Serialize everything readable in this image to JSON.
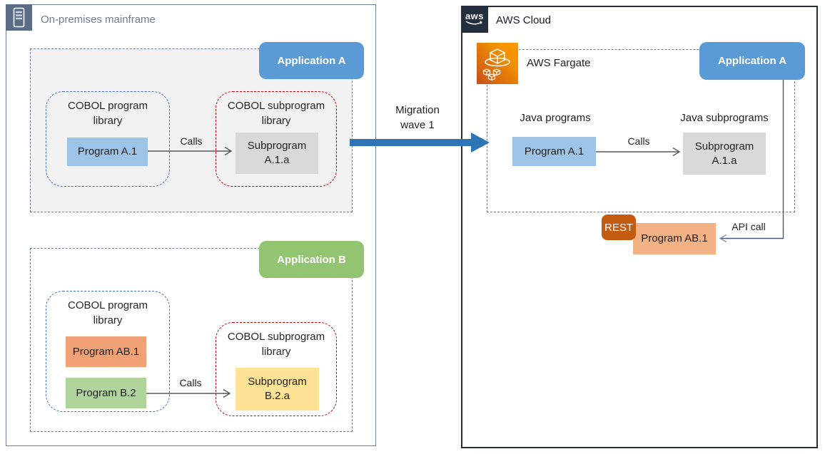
{
  "left_panel": {
    "title": "On-premises mainframe",
    "application_a": {
      "label": "Application A",
      "program_library_title": "COBOL program library",
      "program": "Program A.1",
      "calls_label": "Calls",
      "subprogram_library_title": "COBOL subprogram library",
      "subprogram": "Subprogram A.1.a"
    },
    "application_b": {
      "label": "Application B",
      "program_library_title": "COBOL program library",
      "programs": [
        "Program AB.1",
        "Program B.2"
      ],
      "calls_label": "Calls",
      "subprogram_library_title": "COBOL subprogram library",
      "subprogram": "Subprogram B.2.a"
    }
  },
  "migration": {
    "label": "Migration wave 1"
  },
  "right_panel": {
    "logo_text": "aws",
    "title": "AWS Cloud",
    "fargate_label": "AWS Fargate",
    "application_a": {
      "label": "Application A",
      "programs_title": "Java programs",
      "program": "Program A.1",
      "calls_label": "Calls",
      "subprograms_title": "Java subprograms",
      "subprogram": "Subprogram A.1.a"
    },
    "rest_badge": "REST",
    "rest_program": "Program AB.1",
    "api_call_label": "API call"
  },
  "icons": {
    "mainframe": "mainframe-icon",
    "aws_logo": "aws-logo-icon",
    "fargate": "aws-fargate-icon"
  },
  "colors": {
    "app_a_label_blue": "#5B9BD5",
    "app_b_label_green": "#92C472",
    "program_blue": "#9DC3E6",
    "subprogram_gray": "#D9D9D9",
    "program_orange": "#F0A175",
    "program_green": "#AFD49C",
    "subprogram_yellow": "#FFE395",
    "rest_dark_orange": "#C55A11",
    "program_light_orange": "#F4B183",
    "migration_arrow_blue": "#2E75B6",
    "aws_dark_navy": "#232F3E",
    "onprem_slate": "#5A6C87"
  }
}
